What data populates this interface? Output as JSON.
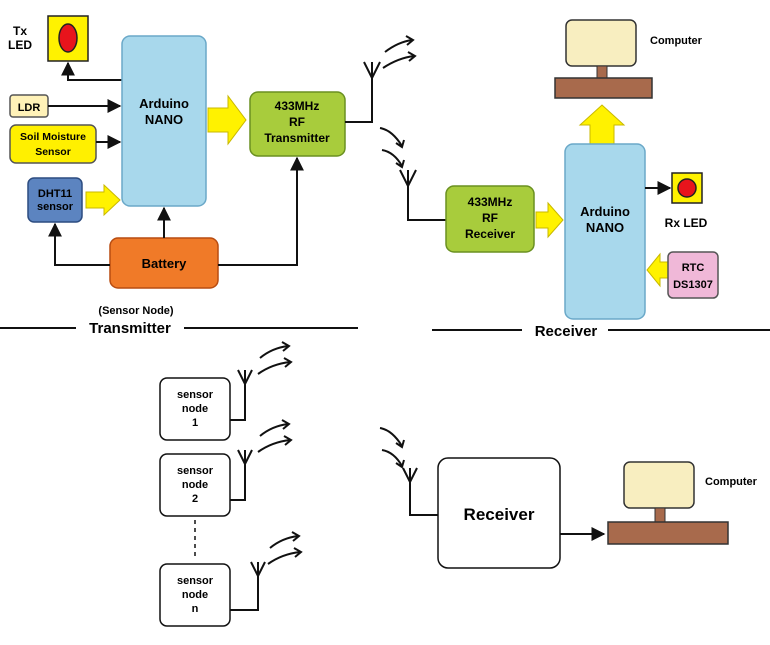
{
  "transmitter": {
    "tx_led": [
      "Tx",
      "LED"
    ],
    "ldr": "LDR",
    "soil": [
      "Soil Moisture",
      "Sensor"
    ],
    "dht11": [
      "DHT11",
      "sensor"
    ],
    "arduino": [
      "Arduino",
      "NANO"
    ],
    "rf": [
      "433MHz",
      "RF",
      "Transmitter"
    ],
    "battery": "Battery",
    "sensor_node": "(Sensor Node)",
    "title": "Transmitter"
  },
  "receiver": {
    "computer": "Computer",
    "rf": [
      "433MHz",
      "RF",
      "Receiver"
    ],
    "arduino": [
      "Arduino",
      "NANO"
    ],
    "rx_led": "Rx LED",
    "rtc": [
      "RTC",
      "DS1307"
    ],
    "title": "Receiver"
  },
  "network": {
    "nodes": [
      [
        "sensor",
        "node",
        "1"
      ],
      [
        "sensor",
        "node",
        "2"
      ],
      [
        "sensor",
        "node",
        "n"
      ]
    ],
    "receiver": "Receiver",
    "computer": "Computer"
  },
  "colors": {
    "arduino": "#a8d8ec",
    "rf_green": "#a8cc3c",
    "battery": "#f07a28",
    "dht": "#5c84c0",
    "soil": "#fff000",
    "ldr": "#fff2b8",
    "led_box": "#fff200",
    "led_red": "#e8141c",
    "arrow_yellow": "#fff200",
    "monitor": "#f8eec0",
    "desk": "#a86a4c",
    "rtc": "#f0b8d8"
  }
}
